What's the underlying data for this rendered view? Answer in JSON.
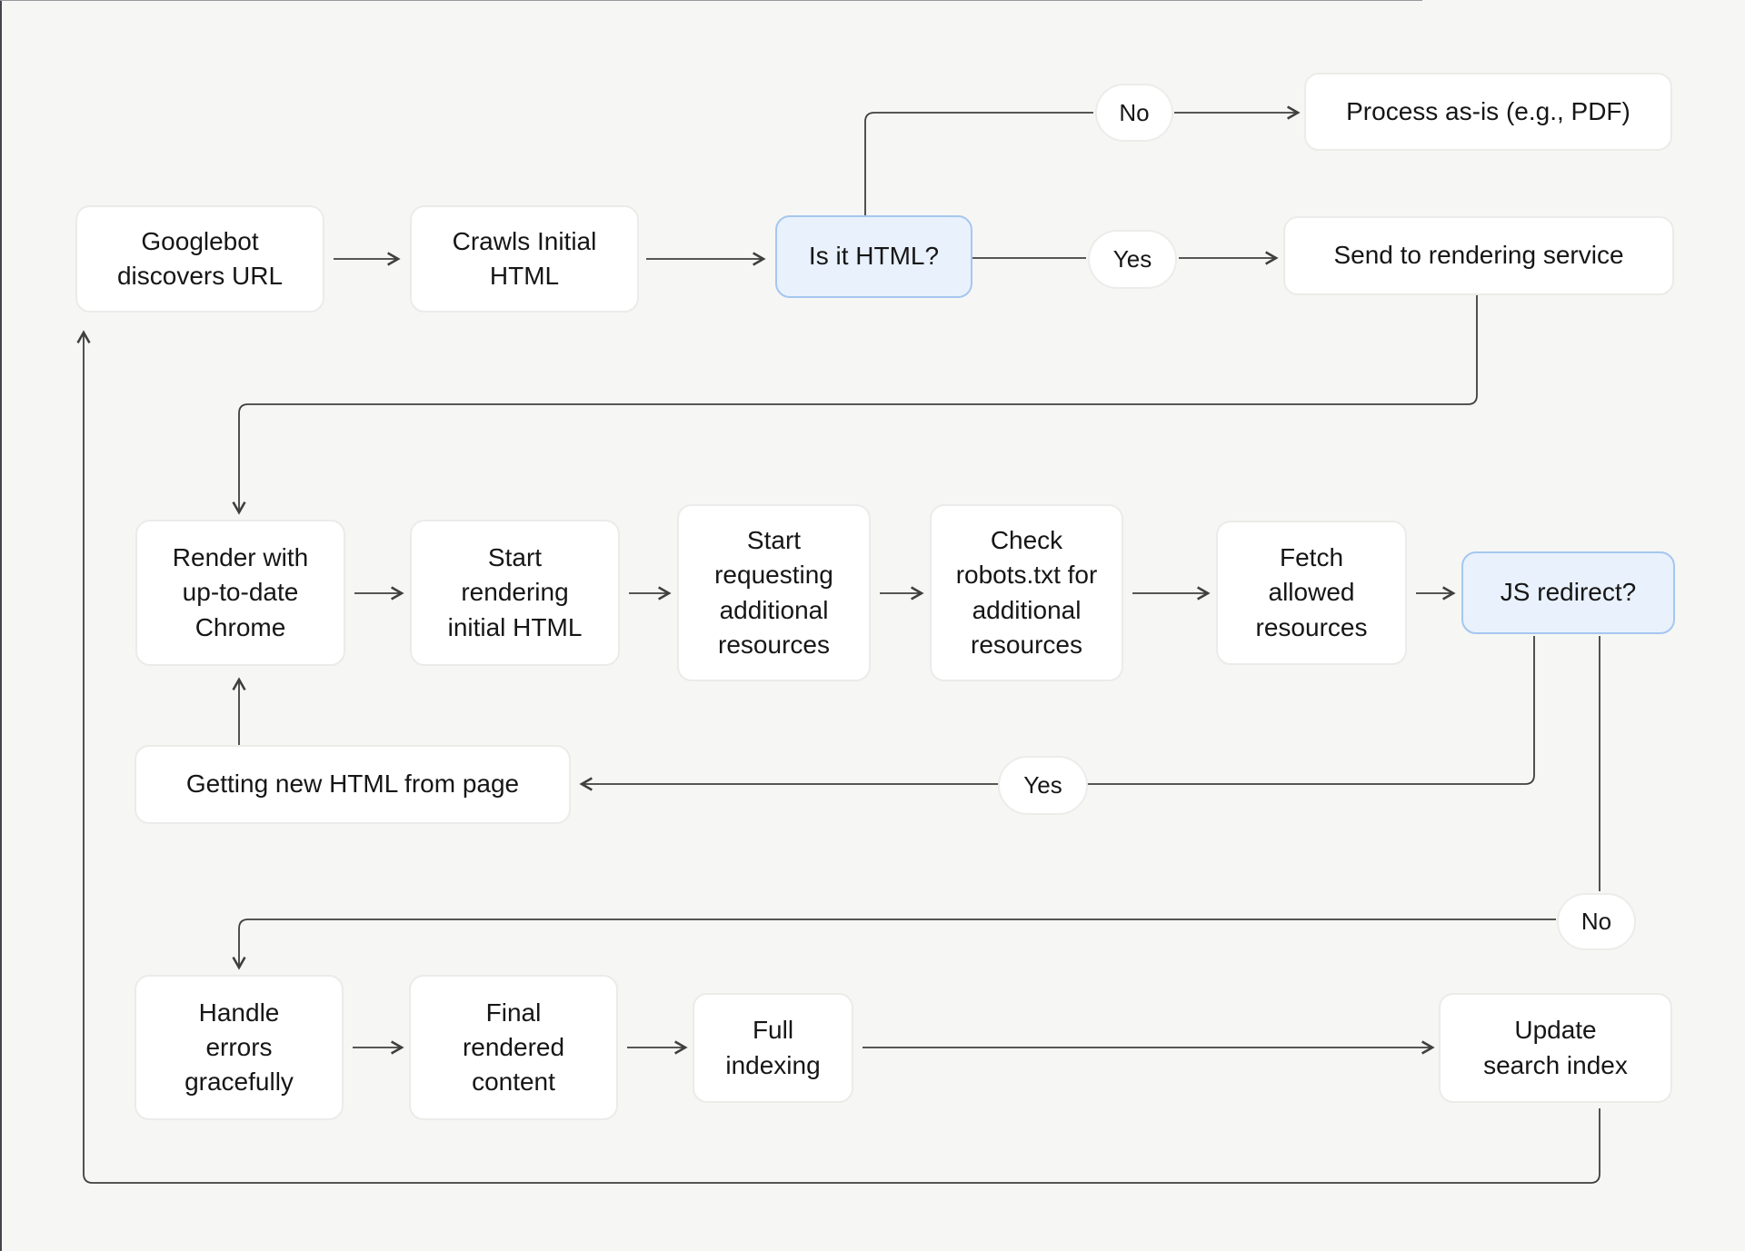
{
  "diagram": {
    "description": "Googlebot crawling and rendering flowchart",
    "colors": {
      "background": "#f6f6f4",
      "node_fill": "#ffffff",
      "node_border": "#ebebe9",
      "highlight_fill": "#e9f1fc",
      "highlight_border": "#a5c7ef",
      "line": "#3f3f3f",
      "text": "#161616"
    }
  },
  "nodes": {
    "googlebot": {
      "label": "Googlebot discovers URL"
    },
    "crawls": {
      "label": "Crawls Initial HTML"
    },
    "is_it_html": {
      "label": "Is it HTML?"
    },
    "process_as_is": {
      "label": "Process as-is (e.g., PDF)"
    },
    "send_to_rendering": {
      "label": "Send to rendering service"
    },
    "render_chrome": {
      "label": "Render with up-to-date Chrome"
    },
    "start_rendering": {
      "label": "Start rendering initial HTML"
    },
    "start_requesting": {
      "label": "Start requesting additional resources"
    },
    "check_robots": {
      "label": "Check robots.txt for additional resources"
    },
    "fetch_allowed": {
      "label": "Fetch allowed resources"
    },
    "js_redirect": {
      "label": "JS redirect?"
    },
    "getting_new_html": {
      "label": "Getting new HTML from page"
    },
    "handle_errors": {
      "label": "Handle errors gracefully"
    },
    "final_rendered": {
      "label": "Final rendered content"
    },
    "full_indexing": {
      "label": "Full indexing"
    },
    "update_index": {
      "label": "Update search index"
    }
  },
  "edge_labels": {
    "html_no": {
      "label": "No"
    },
    "html_yes": {
      "label": "Yes"
    },
    "redirect_yes": {
      "label": "Yes"
    },
    "redirect_no": {
      "label": "No"
    }
  }
}
